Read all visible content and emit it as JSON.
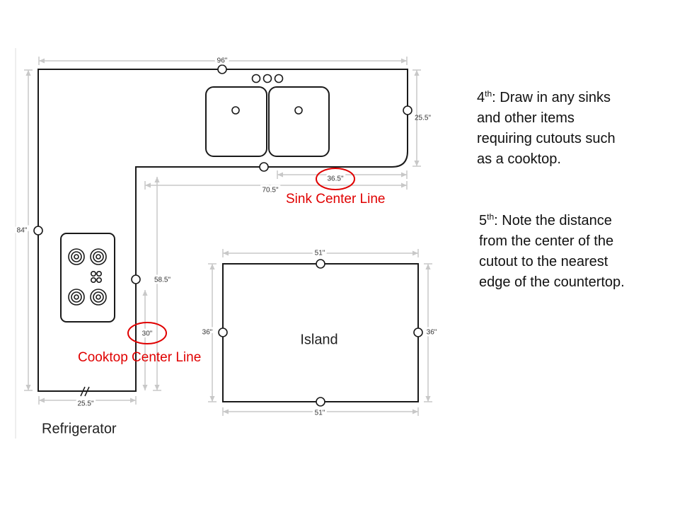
{
  "diagram": {
    "dimensions": {
      "top_width": "96\"",
      "right_depth": "25.5\"",
      "sink_offset": "36.5\"",
      "inner_length": "70.5\"",
      "left_length": "84\"",
      "cooktop_run": "58.5\"",
      "cooktop_offset": "30\"",
      "bottom_width": "25.5\"",
      "island_top": "51\"",
      "island_bottom": "51\"",
      "island_left": "36\"",
      "island_right": "36\""
    },
    "island_label": "Island",
    "refrigerator_label": "Refrigerator",
    "annotations": {
      "sink_center_line": "Sink Center Line",
      "cooktop_center_line": "Cooktop Center Line"
    },
    "colors": {
      "highlight": "#e00000",
      "outline": "#1a1a1a",
      "dimension_line": "#cccccc"
    }
  },
  "notes": {
    "note4": {
      "ordinal": "4",
      "suffix": "th",
      "lines": [
        ": Draw in any sinks",
        "and other items",
        "requiring cutouts such",
        "as a cooktop."
      ]
    },
    "note5": {
      "ordinal": "5",
      "suffix": "th",
      "lines": [
        ": Note the distance",
        "from the center of the",
        "cutout to the nearest",
        "edge of the countertop."
      ]
    }
  }
}
